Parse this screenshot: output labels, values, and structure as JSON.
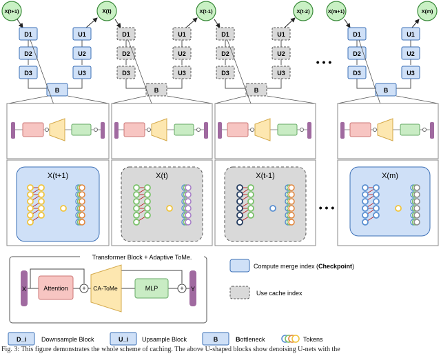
{
  "timesteps": {
    "t1": "X(t+1)",
    "t2": "X(t)",
    "t3": "X(t-1)",
    "t4": "X(t-2)",
    "t5": "X(m+1)",
    "t6": "X(m)"
  },
  "unet": {
    "down": [
      "D1",
      "D2",
      "D3"
    ],
    "up": [
      "U1",
      "U2",
      "U3"
    ],
    "bottleneck": "B",
    "ellipsis": "• • •"
  },
  "states": {
    "s1": "X(t+1)",
    "s2": "X(t)",
    "s3": "X(t-1)",
    "s4": "X(m)"
  },
  "legend": {
    "transformer_title": "Transformer Block + Adaptive ToMe.",
    "input_label": "X",
    "output_label": "Y",
    "attention": "Attention",
    "ca_tome": "CA-ToMe",
    "mlp": "MLP",
    "plus": "+",
    "checkpoint_prefix": "Compute merge index (",
    "checkpoint_bold": "Checkpoint",
    "checkpoint_suffix": ")",
    "cache": "Use cache index",
    "di_key": "D_i",
    "di_desc": "Downsample Block",
    "ui_key": "U_i",
    "ui_desc": "Upsample Block",
    "b_key": "B",
    "b_first": "B",
    "b_rest": "ottleneck",
    "tokens": "Tokens"
  },
  "colors": {
    "blue_fill": "#cfe0f7",
    "blue_stroke": "#3b6fb6",
    "gray_fill": "#d9d9d9",
    "gray_stroke": "#555555",
    "green_fill": "#c9f0c4",
    "green_stroke": "#3a8a3a",
    "attention_fill": "#f7c5c2",
    "tome_fill": "#fde7b0",
    "mlp_fill": "#c9ecc4",
    "purple": "#a06aa0",
    "token_yellow": "#f0c43c",
    "token_orange": "#e2843a",
    "token_green": "#7ac26a",
    "token_purple": "#a47ac6",
    "token_blue": "#5a8fd0",
    "token_navy": "#223a5e",
    "token_gray": "#8a8a8a"
  },
  "caption": "Fig. 3: This figure demonstrates the whole scheme of caching. The above U-shaped blocks show denoising U-nets with the"
}
